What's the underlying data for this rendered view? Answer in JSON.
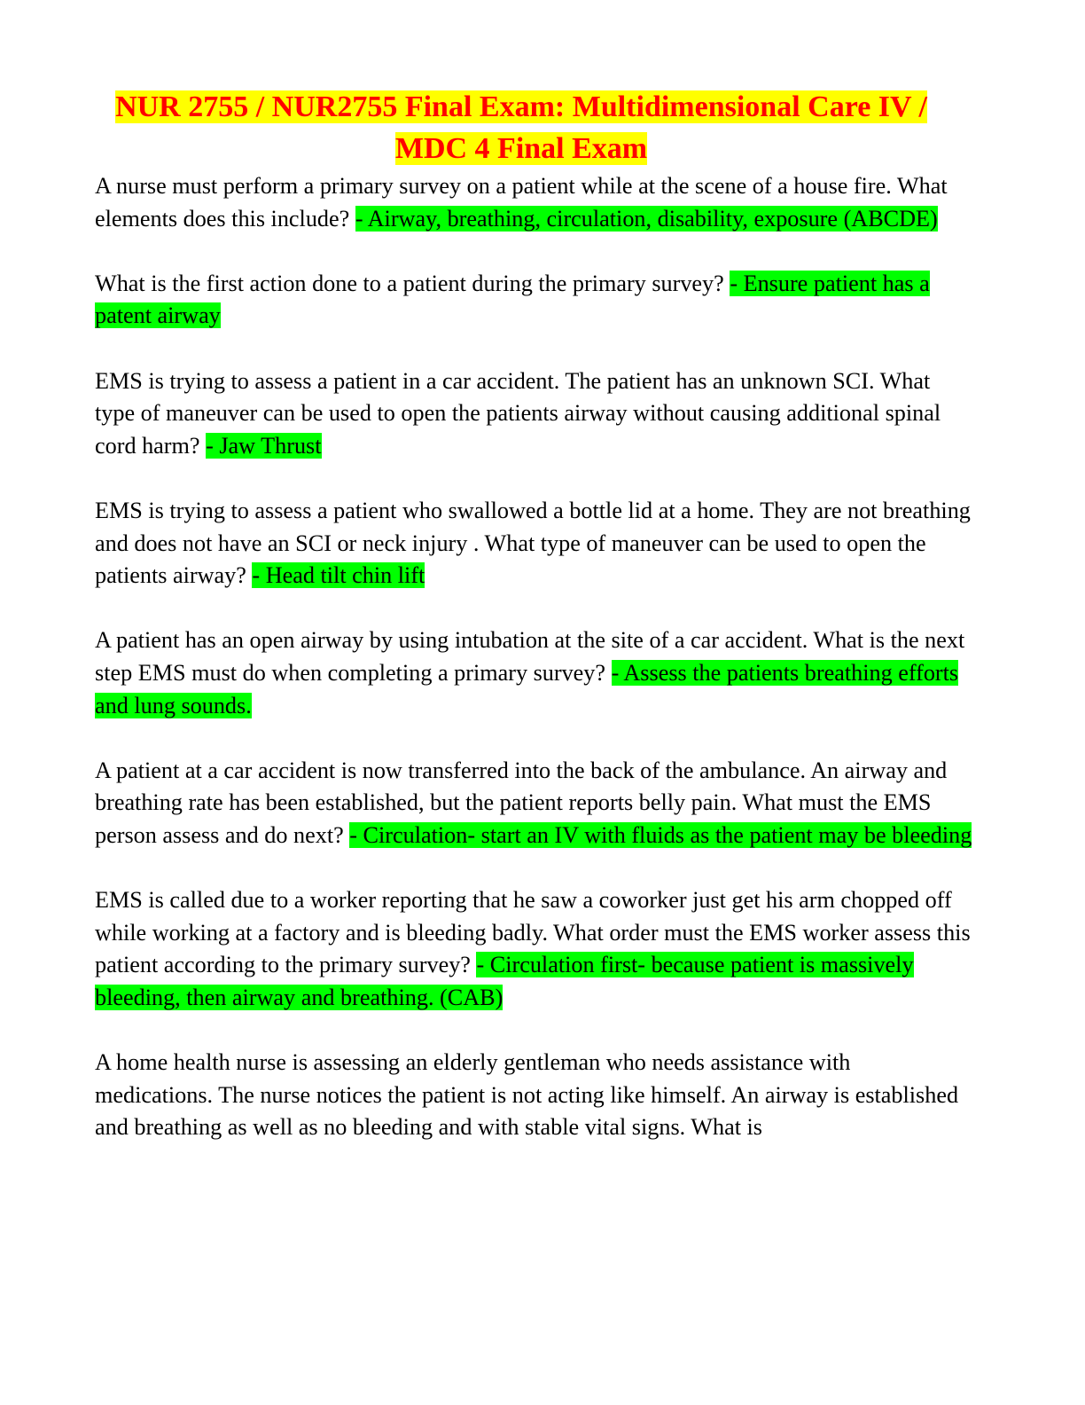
{
  "document": {
    "title": "NUR 2755 / NUR2755 Final Exam: Multidimensional Care IV / MDC 4 Final Exam",
    "colors": {
      "title_text": "#ff0000",
      "title_highlight": "#ffff00",
      "answer_highlight": "#00ff00",
      "body_text": "#000000"
    },
    "items": [
      {
        "question": "A nurse must perform a primary survey on a patient while at the scene of a house fire. What elements does this include?",
        "answer": "- Airway, breathing, circulation, disability, exposure (ABCDE)"
      },
      {
        "question": "What is the first action done to a patient during the primary survey?",
        "answer": "- Ensure patient has a patent airway"
      },
      {
        "question": "EMS is trying to assess a patient in a car accident. The patient has an unknown SCI. What type of maneuver can be used to open the patients airway without causing additional spinal cord harm?",
        "answer": "- Jaw Thrust"
      },
      {
        "question": "EMS is trying to assess a patient who swallowed a bottle lid at a home. They are not breathing and does not have an SCI or neck injury . What type of maneuver can be used to open the patients airway?",
        "answer": "- Head tilt chin lift"
      },
      {
        "question": "A patient has an open airway by using intubation at the site of a car accident. What is the next step EMS must do when completing a primary survey?",
        "answer": "- Assess the patients breathing efforts and lung sounds."
      },
      {
        "question": "A patient at a car accident is now transferred into the back of the ambulance. An airway and breathing rate has been established, but the patient reports belly pain. What must the EMS person assess and do next?",
        "answer": "- Circulation- start an IV with fluids as the patient may be bleeding"
      },
      {
        "question": "EMS is called due to a worker reporting that he saw a coworker just get his arm chopped off while working at a factory and is bleeding badly. What order must the EMS worker assess this patient according to the primary survey?",
        "answer": "- Circulation first- because patient is massively bleeding, then airway and breathing. (CAB)"
      },
      {
        "question": "A home health nurse is assessing an elderly gentleman who needs assistance with medications. The nurse notices the patient is not acting like himself. An airway is established and breathing as well as no bleeding and with stable vital signs. What is",
        "answer": ""
      }
    ]
  }
}
